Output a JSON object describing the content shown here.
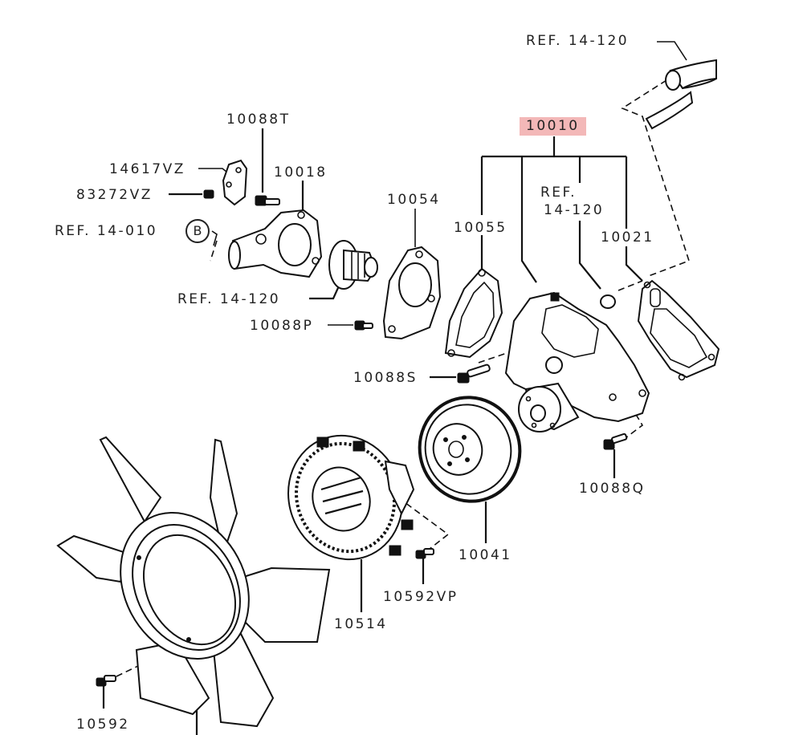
{
  "diagram": {
    "title": "Water pump / fan exploded parts diagram",
    "highlight_color": "#f3b8b8",
    "callouts": {
      "ref_top": "REF. 14-120",
      "p10010": "10010",
      "p10088T": "10088T",
      "p14617VZ": "14617VZ",
      "p10018": "10018",
      "p83272VZ": "83272VZ",
      "ref_b": "REF. 14-010",
      "ref_b_circle": "B",
      "p10054": "10054",
      "p10055": "10055",
      "ref_mid_line1": "REF.",
      "ref_mid_line2": "14-120",
      "p10021": "10021",
      "ref_thermo": "REF. 14-120",
      "p10088P": "10088P",
      "p10088S": "10088S",
      "p10088Q": "10088Q",
      "p10041": "10041",
      "p10592VP": "10592VP",
      "p10514": "10514",
      "p10592": "10592"
    },
    "parts": [
      {
        "id": "10010",
        "name": "water-pump-assembly",
        "highlighted": true
      },
      {
        "id": "10055",
        "name": "water-pump-gasket"
      },
      {
        "id": "10021",
        "name": "water-pump-rear-gasket"
      },
      {
        "id": "10054",
        "name": "thermostat-housing-gasket"
      },
      {
        "id": "10018",
        "name": "water-outlet-fitting"
      },
      {
        "id": "10041",
        "name": "water-pump-pulley"
      },
      {
        "id": "10514",
        "name": "fan-clutch"
      },
      {
        "id": "10592",
        "name": "fan-bolt"
      },
      {
        "id": "10592VP",
        "name": "fan-clutch-bolt"
      },
      {
        "id": "10088T",
        "name": "bolt-t"
      },
      {
        "id": "10088P",
        "name": "bolt-p"
      },
      {
        "id": "10088S",
        "name": "bolt-s"
      },
      {
        "id": "10088Q",
        "name": "bolt-q"
      },
      {
        "id": "14617VZ",
        "name": "bracket"
      },
      {
        "id": "83272VZ",
        "name": "bolt-bracket"
      }
    ]
  }
}
